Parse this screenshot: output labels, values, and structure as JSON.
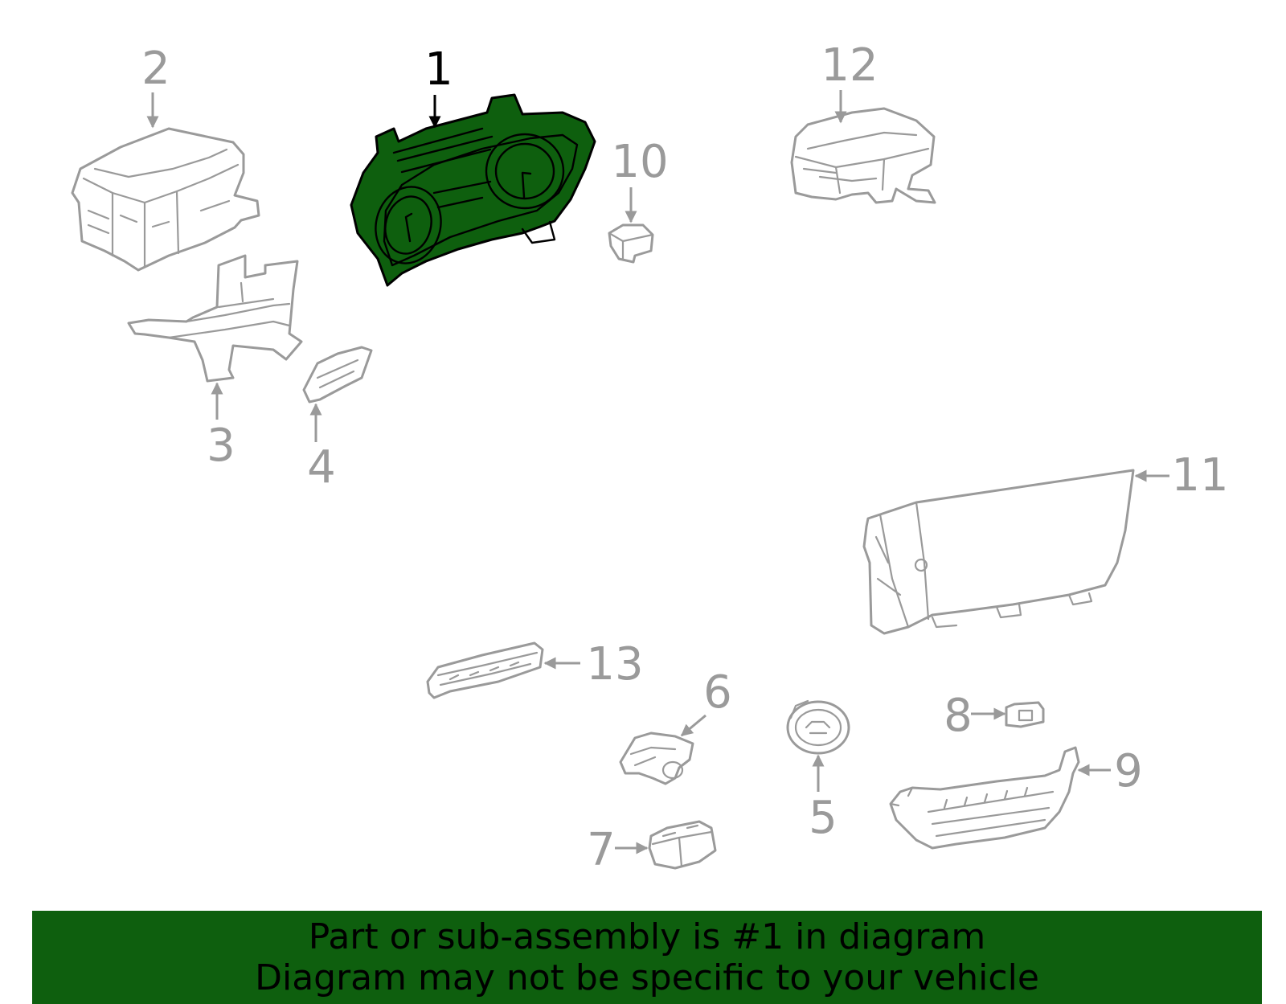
{
  "diagram": {
    "highlighted_part": "1",
    "callouts": [
      "1",
      "2",
      "3",
      "4",
      "5",
      "6",
      "7",
      "8",
      "9",
      "10",
      "11",
      "12",
      "13"
    ]
  },
  "banner": {
    "line1": "Part or sub-assembly is #1 in diagram",
    "line2": "Diagram may not be specific to your vehicle"
  },
  "colors": {
    "highlight": "#0e5f0e",
    "line_art": "#9a9a9a",
    "highlight_label": "#000000"
  }
}
